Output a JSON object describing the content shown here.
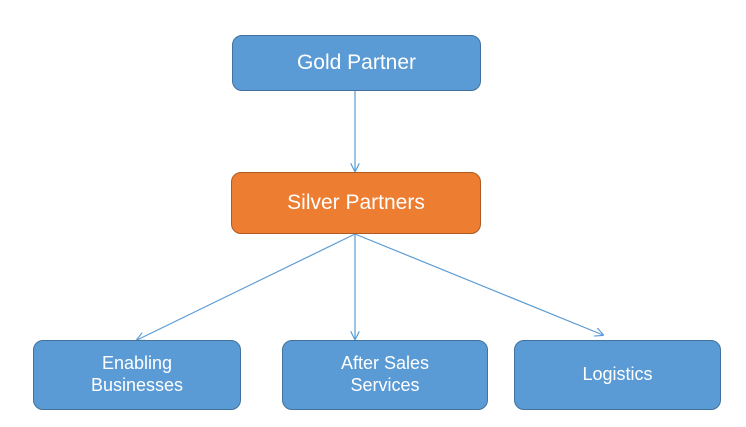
{
  "diagram": {
    "type": "hierarchy",
    "nodes": [
      {
        "id": "gold",
        "label_lines": [
          "Gold Partner"
        ],
        "color": "#5b9bd5"
      },
      {
        "id": "silver",
        "label_lines": [
          "Silver Partners"
        ],
        "color": "#ed7d31"
      },
      {
        "id": "enabling",
        "label_lines": [
          "Enabling",
          "Businesses"
        ],
        "color": "#5b9bd5"
      },
      {
        "id": "after",
        "label_lines": [
          "After Sales",
          "Services"
        ],
        "color": "#5b9bd5"
      },
      {
        "id": "logistics",
        "label_lines": [
          "Logistics"
        ],
        "color": "#5b9bd5"
      }
    ],
    "edges": [
      {
        "from": "gold",
        "to": "silver"
      },
      {
        "from": "silver",
        "to": "enabling"
      },
      {
        "from": "silver",
        "to": "after"
      },
      {
        "from": "silver",
        "to": "logistics"
      }
    ],
    "edge_color": "#5b9bd5"
  }
}
